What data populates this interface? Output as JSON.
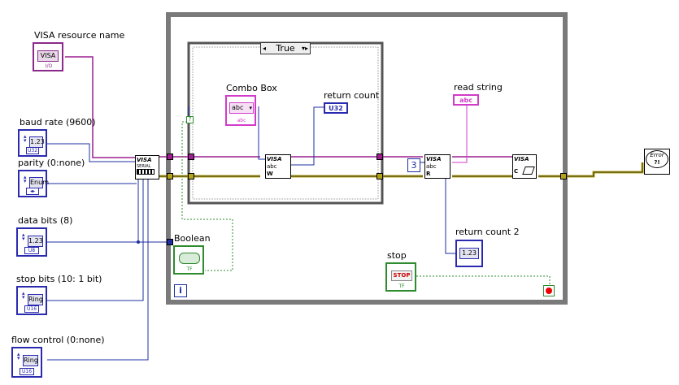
{
  "controls": {
    "visa_resource": {
      "label": "VISA resource name",
      "icon_text": "VISA",
      "type_text": "I/O"
    },
    "baud_rate": {
      "label": "baud rate (9600)",
      "icon_text": "1.23",
      "type_text": "U32"
    },
    "parity": {
      "label": "parity (0:none)",
      "icon_text": "Enum",
      "type_text": "◂▸"
    },
    "data_bits": {
      "label": "data bits (8)",
      "icon_text": "1.23",
      "type_text": "U8"
    },
    "stop_bits": {
      "label": "stop bits (10: 1 bit)",
      "icon_text": "Ring",
      "type_text": "U16"
    },
    "flow_control": {
      "label": "flow control (0:none)",
      "icon_text": "Ring",
      "type_text": "U16"
    },
    "combo_box": {
      "label": "Combo Box",
      "icon_text": "abc",
      "type_text": "abc"
    },
    "boolean": {
      "label": "Boolean",
      "type_text": "TF"
    },
    "stop": {
      "label": "stop",
      "icon_text": "STOP",
      "type_text": "TF"
    }
  },
  "indicators": {
    "return_count": {
      "label": "return count",
      "icon_text": "U32"
    },
    "read_string": {
      "label": "read string",
      "icon_text": "abc"
    },
    "return_count_2": {
      "label": "return count 2",
      "icon_text": "1.23"
    }
  },
  "case_structure": {
    "selector": "True"
  },
  "constants": {
    "bytes_to_read": "3",
    "case_selector_input": "?"
  },
  "while_loop": {
    "iteration_terminal": "i"
  },
  "subvis": {
    "serial_config": {
      "line1": "VISA",
      "line2": "SERIAL"
    },
    "visa_write": {
      "line1": "VISA",
      "line2": "abc",
      "line3": "W"
    },
    "visa_read": {
      "line1": "VISA",
      "line2": "abc",
      "line3": "R"
    },
    "visa_close": {
      "line1": "VISA",
      "line2": "C"
    },
    "error_handler": {
      "line1": "Error",
      "line2": "?!"
    }
  },
  "colors": {
    "visa_wire": "#9b1f8f",
    "error_wire": "#b5a21c",
    "numeric_wire": "#1e2fa0",
    "boolean_wire": "#2e8b2e",
    "string_wire": "#d23bc9",
    "loop_border": "#7a7a7a"
  }
}
